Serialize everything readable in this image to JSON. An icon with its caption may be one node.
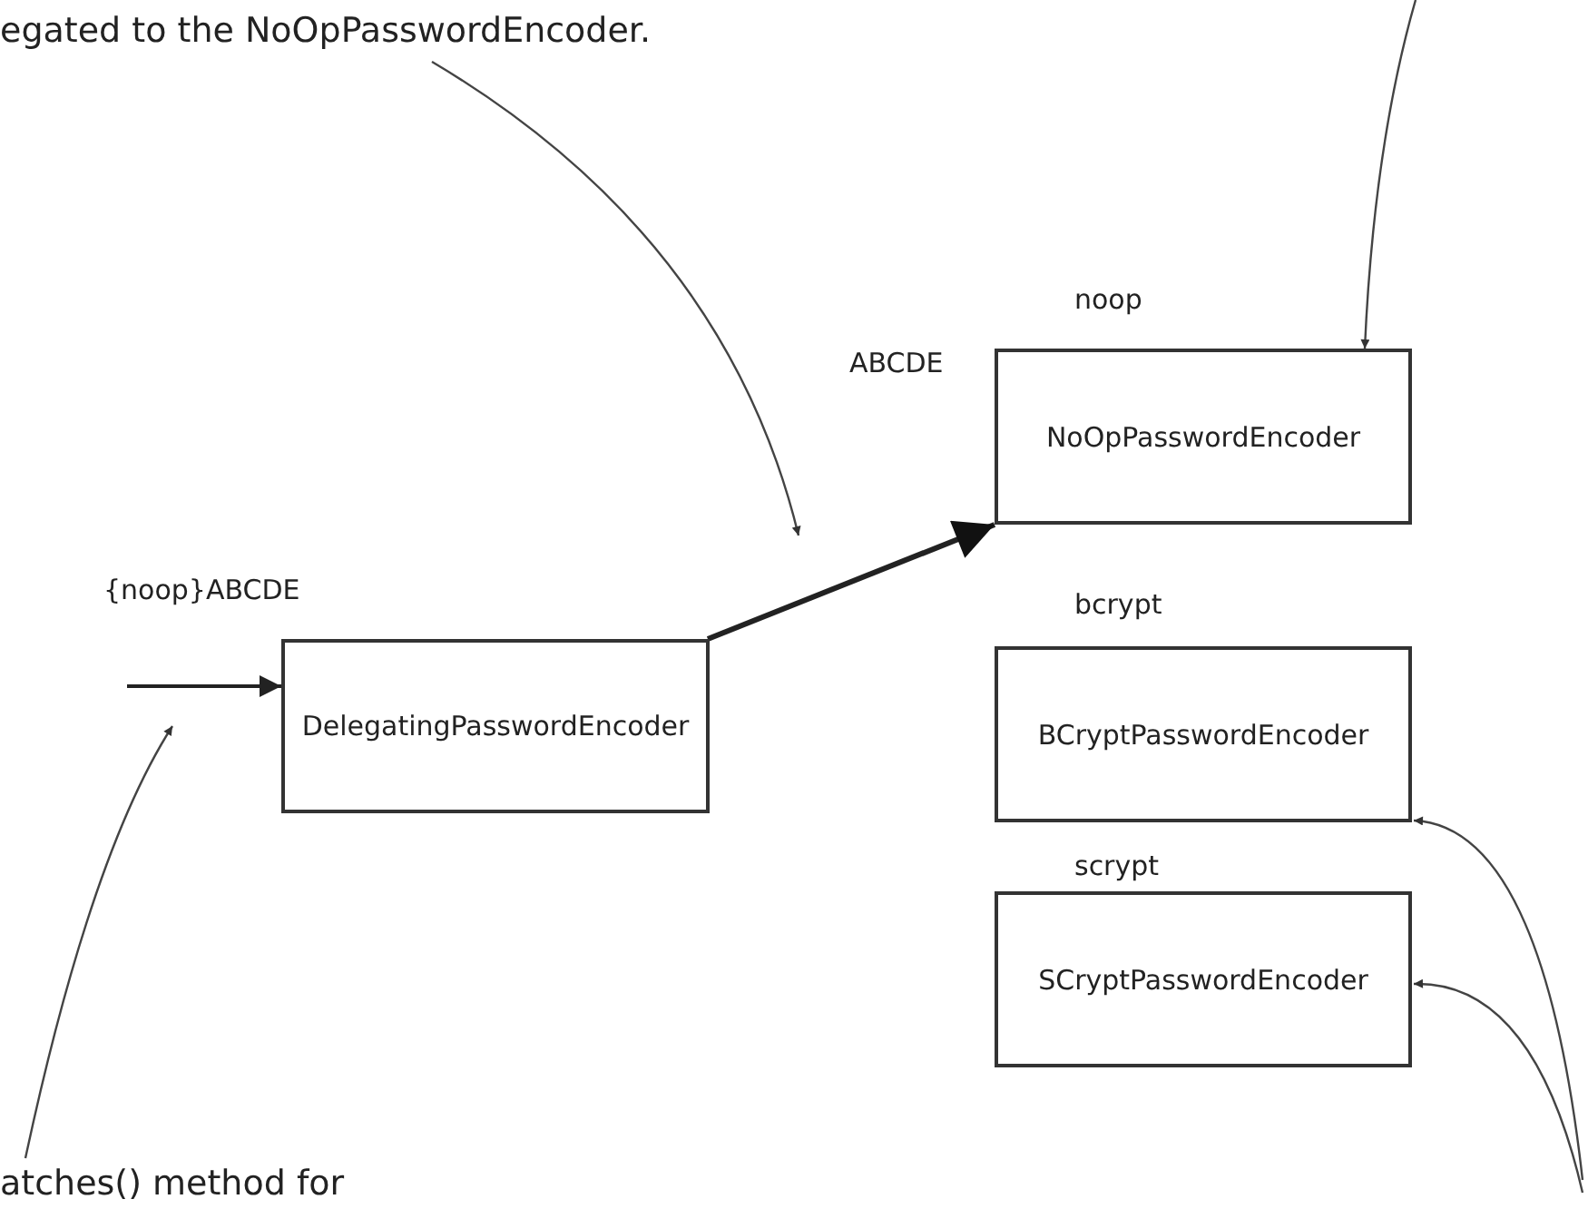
{
  "diagram": {
    "nodes": [
      {
        "text": [
          "egated to the NoOpPasswordEncoder."
        ]
      },
      {
        "text": [
          "DelegatingPasswordEncoder"
        ],
        "beside": [
          "{noop}ABCDE"
        ]
      },
      {
        "text": [
          "NoOpPasswordEncoder"
        ],
        "beside": [
          "noop",
          "ABCDE"
        ]
      },
      {
        "text": [
          "BCryptPasswordEncoder"
        ],
        "beside": [
          "bcrypt"
        ]
      },
      {
        "text": [
          "SCryptPasswordEncoder"
        ],
        "beside": [
          "scrypt"
        ]
      },
      {
        "text": [
          "atches() method for"
        ]
      }
    ],
    "edges": [
      {
        "from": null,
        "to": 1,
        "arrow": "to"
      },
      {
        "from": 1,
        "to": 2,
        "arrow": "to",
        "style": "thick"
      },
      {
        "from": 0,
        "to": null,
        "arrow": "to"
      },
      {
        "from": null,
        "to": 2,
        "arrow": "to"
      },
      {
        "from": 5,
        "to": null,
        "arrow": "to"
      },
      {
        "from": null,
        "to": 3,
        "arrow": "to"
      },
      {
        "from": null,
        "to": 4,
        "arrow": "to"
      }
    ]
  }
}
